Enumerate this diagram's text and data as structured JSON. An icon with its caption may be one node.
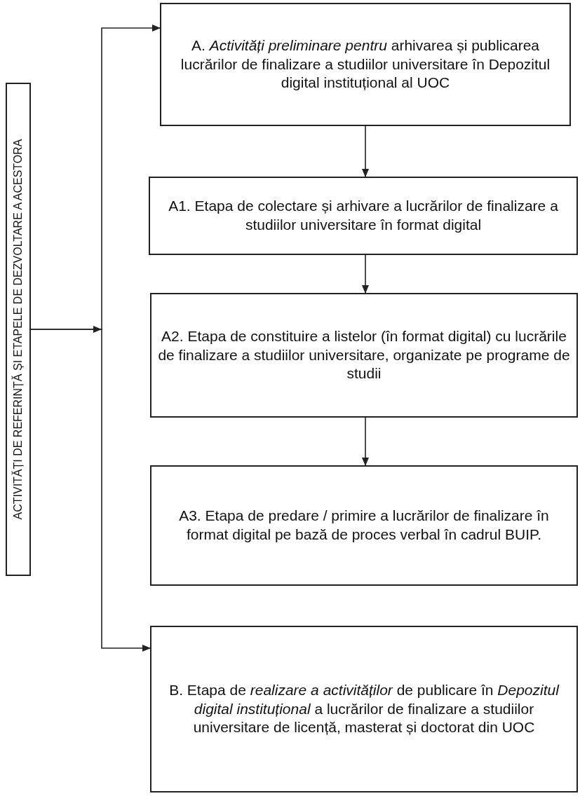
{
  "diagram": {
    "nodes": [
      {
        "text": [
          "ACTIVITĂȚI DE REFERINȚĂ ȘI ETAPELE DE DEZVOLTARE A ACESTORA"
        ]
      },
      {
        "text": [
          "A. *Activități preliminare pentru* arhivarea și publicarea lucrărilor de finalizare a studiilor universitare în Depozitul digital instituțional al UOC"
        ]
      },
      {
        "text": [
          "A1. Etapa de colectare și arhivare a lucrărilor de finalizare a studiilor universitare în format digital"
        ]
      },
      {
        "text": [
          "A2. Etapa de constituire a listelor (în format digital) cu lucrările de finalizare a studiilor universitare, organizate pe programe de studii"
        ]
      },
      {
        "text": [
          "A3. Etapa de predare / primire a lucrărilor de finalizare în format digital pe bază de proces verbal în cadrul BUIP."
        ]
      },
      {
        "text": [
          "B. Etapa de *realizare a activităților* de publicare în *Depozitul digital instituțional* a lucrărilor de finalizare a studiilor universitare de licență, masterat și doctorat din UOC"
        ]
      }
    ],
    "edges": [
      {
        "from": 0,
        "to": 1,
        "arrow": "to"
      },
      {
        "from": 0,
        "to": 5,
        "arrow": "to"
      },
      {
        "from": 1,
        "to": 2,
        "arrow": "to"
      },
      {
        "from": 2,
        "to": 3,
        "arrow": "to"
      },
      {
        "from": 3,
        "to": 4,
        "arrow": "to"
      }
    ]
  }
}
